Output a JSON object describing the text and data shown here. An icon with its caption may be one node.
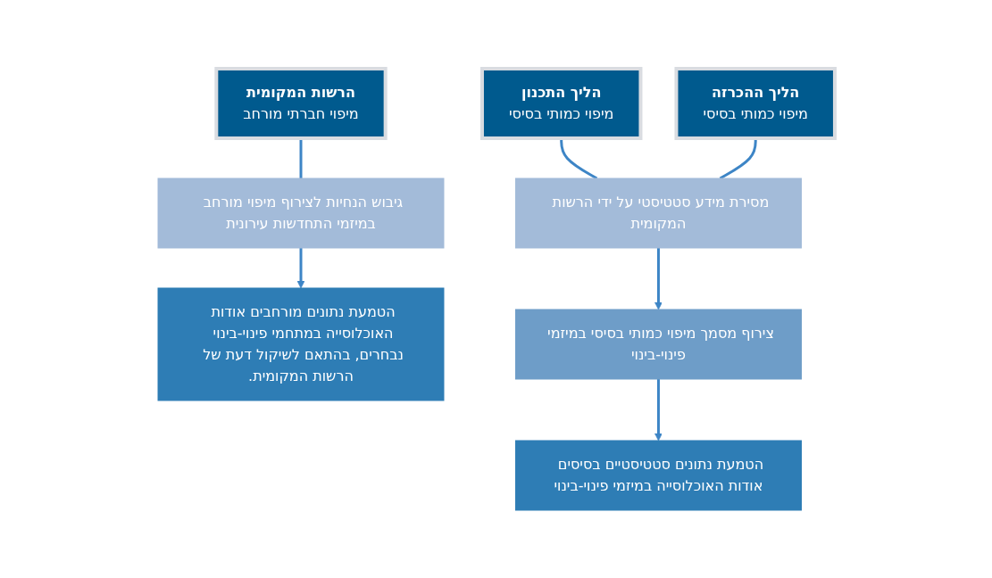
{
  "diagram": {
    "nodes": [
      {
        "text": [
          "הליך התכנון",
          "מיפוי כמותי בסיסי"
        ]
      },
      {
        "text": [
          "הליך ההכרזה",
          "מיפוי כמותי בסיסי"
        ]
      },
      {
        "text": [
          "הרשות המקומית",
          "מיפוי חברתי מורחב"
        ]
      },
      {
        "text": [
          "מסירת מידע סטטיסטי על ידי הרשות המקומית"
        ]
      },
      {
        "text": [
          "צירוף מסמך מיפוי כמותי בסיסי במיזמי פינוי-בינוי"
        ]
      },
      {
        "text": [
          "הטמעת נתונים סטטיסטיים בסיסים אודות האוכלוסייה במיזמי פינוי-בינוי"
        ]
      },
      {
        "text": [
          "גיבוש הנחיות לצירוף מיפוי מורחב במיזמי התחדשות עירונית"
        ]
      },
      {
        "text": [
          "הטמעת נתונים מורחבים אודות האוכלוסייה במתחמי פינוי-בינוי נבחרים, בהתאם לשיקול דעת של הרשות המקומית."
        ]
      }
    ],
    "edges": [
      {
        "from": 0,
        "to": 3,
        "arrow": "none"
      },
      {
        "from": 1,
        "to": 3,
        "arrow": "none"
      },
      {
        "from": 2,
        "to": 6,
        "arrow": "none"
      },
      {
        "from": 3,
        "to": 4,
        "arrow": "to"
      },
      {
        "from": 4,
        "to": 5,
        "arrow": "to"
      },
      {
        "from": 6,
        "to": 7,
        "arrow": "to"
      }
    ]
  }
}
